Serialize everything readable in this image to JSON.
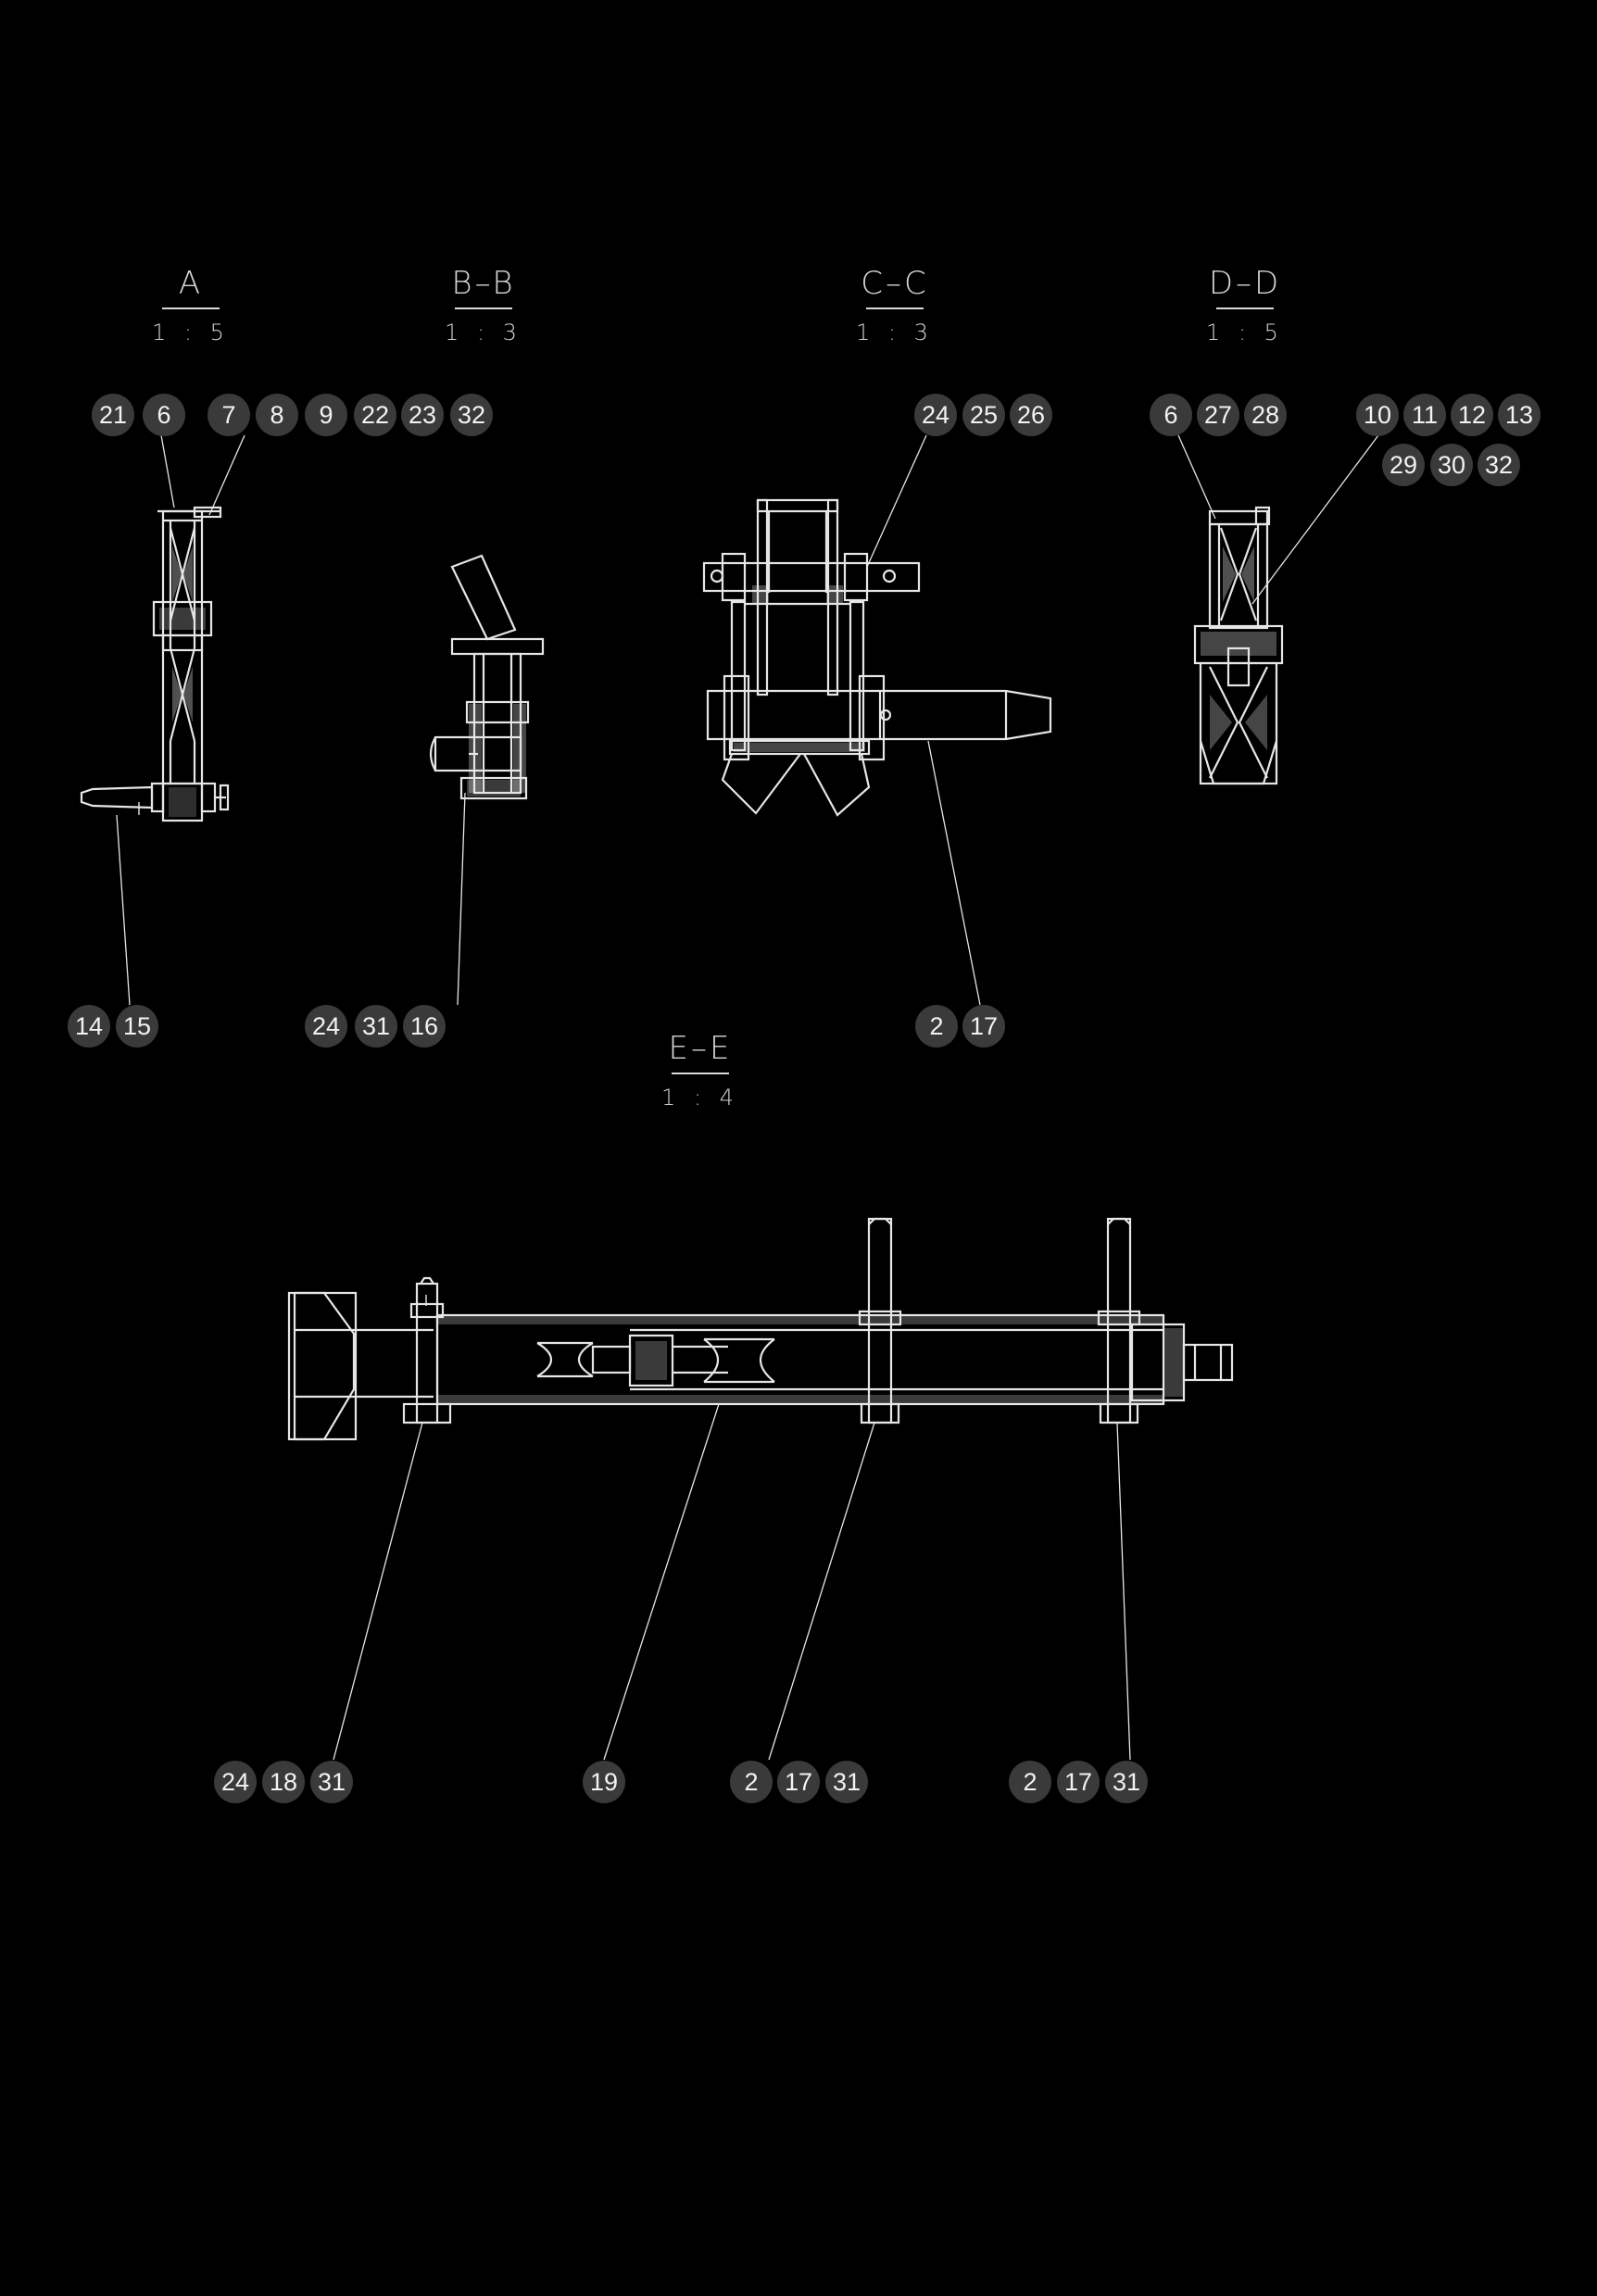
{
  "views": {
    "a": {
      "name": "A",
      "scale": "1 : 5"
    },
    "bb": {
      "name": "B–B",
      "scale": "1 : 3"
    },
    "cc": {
      "name": "C–C",
      "scale": "1 : 3"
    },
    "dd": {
      "name": "D–D",
      "scale": "1 : 5"
    },
    "ee": {
      "name": "E–E",
      "scale": "1 : 4"
    }
  },
  "part_callouts": [
    "21",
    "6",
    "7",
    "8",
    "9",
    "22",
    "23",
    "32",
    "24",
    "25",
    "26",
    "6",
    "27",
    "28",
    "10",
    "11",
    "12",
    "13",
    "29",
    "30",
    "32",
    "14",
    "15",
    "24",
    "31",
    "16",
    "2",
    "17",
    "24",
    "18",
    "31",
    "19",
    "2",
    "17",
    "31",
    "2",
    "17",
    "31"
  ],
  "colors": {
    "background": "#000000",
    "line": "#e6e6e6",
    "callout_fill": "#3a3a3a",
    "callout_text": "#f2f2f2"
  }
}
